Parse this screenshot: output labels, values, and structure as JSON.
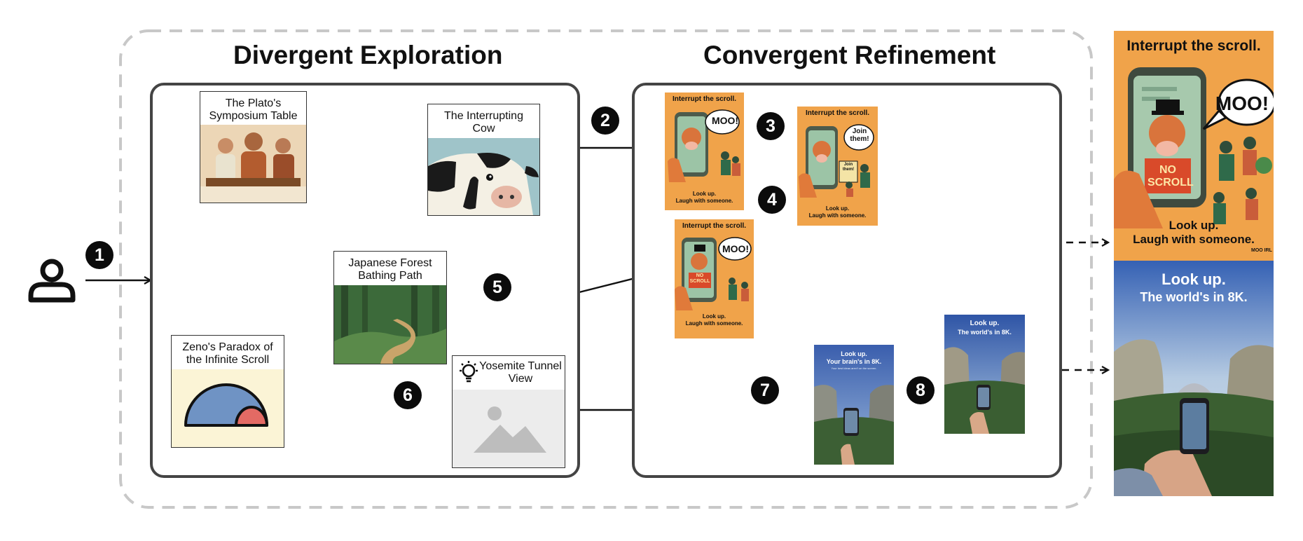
{
  "sections": {
    "divergent_title": "Divergent Exploration",
    "convergent_title": "Convergent Refinement"
  },
  "ideas": {
    "plato": "The Plato's Symposium Table",
    "cow": "The Interrupting Cow",
    "forest": "Japanese Forest Bathing Path",
    "zeno": "Zeno's Paradox of the Infinite Scroll",
    "yosemite": "Yosemite Tunnel View"
  },
  "steps": [
    "1",
    "2",
    "3",
    "4",
    "5",
    "6",
    "7",
    "8"
  ],
  "posters": {
    "cow_v1": {
      "headline": "Interrupt the scroll.",
      "bubble": "MOO!",
      "foot1": "Look up.",
      "foot2": "Laugh with someone."
    },
    "cow_v2": {
      "headline": "Interrupt the scroll.",
      "bubble": "Join them!",
      "sign": "Join them!",
      "foot1": "Look up.",
      "foot2": "Laugh with someone."
    },
    "cow_v3": {
      "headline": "Interrupt the scroll.",
      "bubble": "MOO!",
      "sign": "NO SCROLL",
      "foot1": "Look up.",
      "foot2": "Laugh with someone."
    },
    "yos_v1": {
      "line1": "Look up.",
      "line2": "Your brain's in 8K.",
      "line3": "Your best ideas aren't on the screen."
    },
    "yos_v2": {
      "line1": "Look up.",
      "line2": "The world's in 8K."
    }
  },
  "finals": {
    "cow": {
      "headline": "Interrupt the scroll.",
      "bubble": "MOO!",
      "sign": "NO SCROLL",
      "foot1": "Look up.",
      "foot2": "Laugh with someone.",
      "corner": "MOO IRL"
    },
    "yosemite": {
      "line1": "Look up.",
      "line2": "The world's in 8K."
    }
  },
  "colors": {
    "poster_orange": "#f0a34a",
    "dashed_border": "#c8c8c8",
    "panel_border": "#444444",
    "sky_blue": "#5a80c4"
  }
}
